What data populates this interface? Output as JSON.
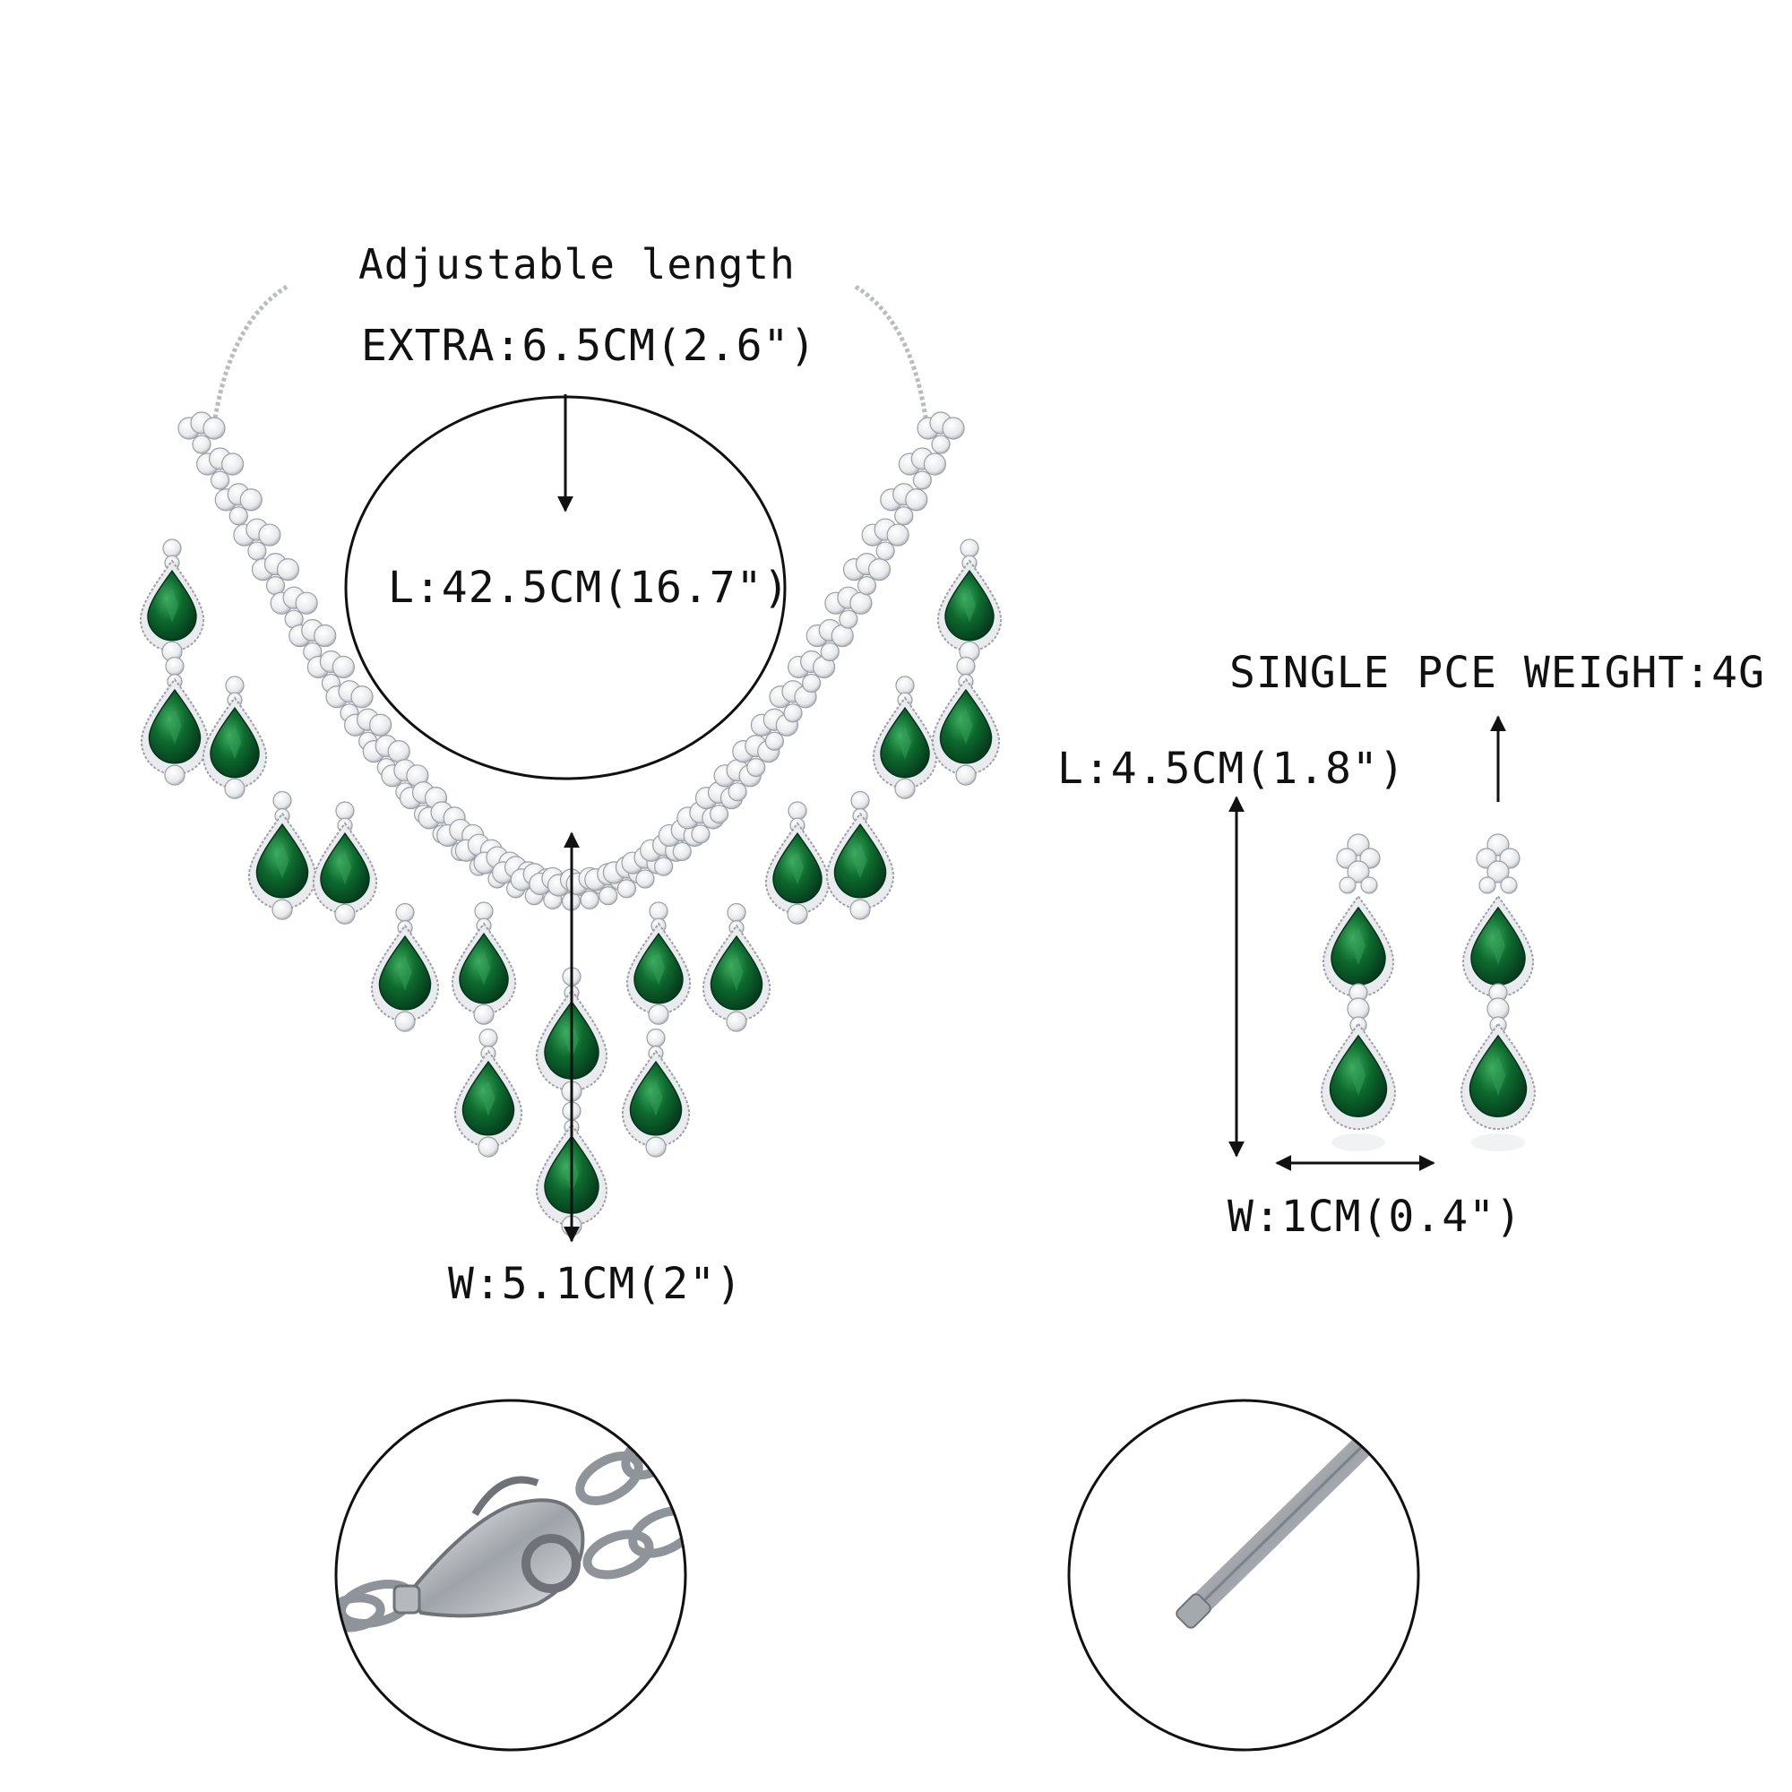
{
  "necklace": {
    "adjustable_label": "Adjustable length",
    "extra_label": "EXTRA:6.5CM(2.6\")",
    "length_label": "L:42.5CM(16.7\")",
    "width_label": "W:5.1CM(2\")"
  },
  "earrings": {
    "weight_label": "SINGLE PCE WEIGHT:4G",
    "length_label": "L:4.5CM(1.8\")",
    "width_label": "W:1CM(0.4\")"
  },
  "colors": {
    "emerald": "#0d6b2e",
    "emerald_dark": "#06401a",
    "silver": "#c9cdd2",
    "line": "#111111"
  }
}
